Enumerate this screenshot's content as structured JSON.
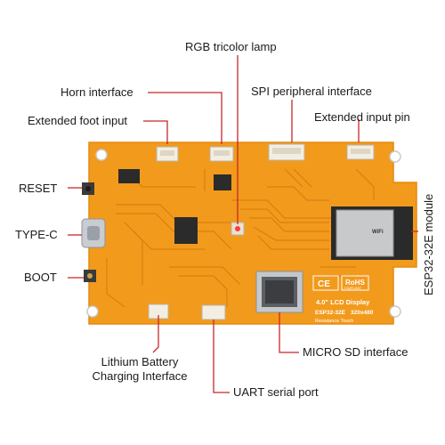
{
  "labels": {
    "rgb_lamp": "RGB tricolor lamp",
    "horn": "Horn interface",
    "spi": "SPI peripheral interface",
    "ext_foot": "Extended foot input",
    "ext_pin": "Extended input pin",
    "reset": "RESET",
    "typec": "TYPE-C",
    "boot": "BOOT",
    "esp_module": "ESP32-32E module",
    "lithium_line1": "Lithium Battery",
    "lithium_line2": "Charging Interface",
    "uart": "UART serial port",
    "microsd": "MICRO SD interface"
  },
  "board": {
    "display_title": "4.0\" LCD Display",
    "model": "ESP32-32E",
    "resolution": "320x480",
    "touch": "Resistance Touch",
    "ce_mark": "CE",
    "rohs": "RoHS",
    "rohs_sub": "COMPLIANT",
    "wifi_logo": "WiFi"
  },
  "colors": {
    "pcb": "#f29a1c",
    "pcb_edge": "#e48a10",
    "trace": "#d8800f",
    "leader": "#c62828",
    "label_text": "#1a1a1a"
  }
}
